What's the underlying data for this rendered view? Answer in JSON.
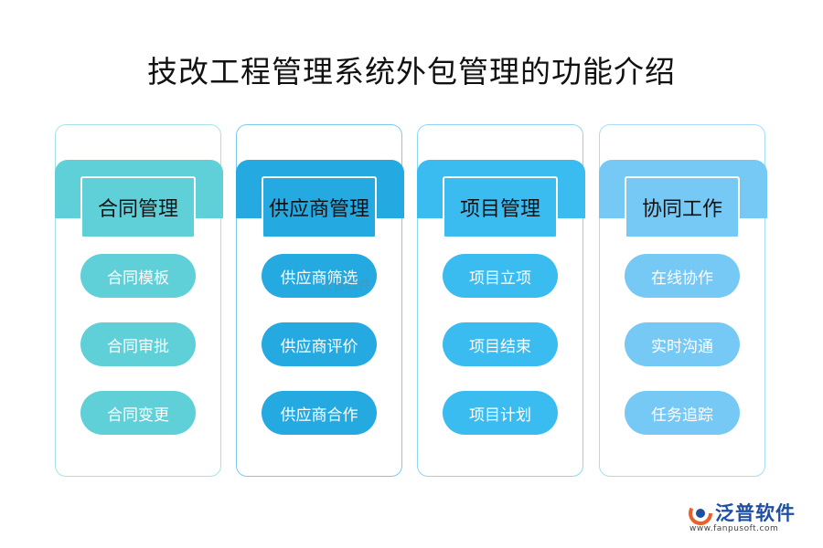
{
  "title": "技改工程管理系统外包管理的功能介绍",
  "columns": [
    {
      "header": "合同管理",
      "items": [
        "合同模板",
        "合同审批",
        "合同变更"
      ],
      "color": "#5fd0d8",
      "border": "#a6e3e8",
      "header_fill": "#5fd0d8"
    },
    {
      "header": "供应商管理",
      "items": [
        "供应商筛选",
        "供应商评价",
        "供应商合作"
      ],
      "color": "#25a9e1",
      "border": "#7ccaf0",
      "header_fill": "#25a9e1"
    },
    {
      "header": "项目管理",
      "items": [
        "项目立项",
        "项目结束",
        "项目计划"
      ],
      "color": "#3bbcf0",
      "border": "#8fd6f5",
      "header_fill": "#3bbcf0"
    },
    {
      "header": "协同工作",
      "items": [
        "在线协作",
        "实时沟通",
        "任务追踪"
      ],
      "color": "#77c9f5",
      "border": "#a9dcf8",
      "header_fill": "#77c9f5"
    }
  ],
  "watermark": "泛普软件",
  "logo": {
    "name": "泛普软件",
    "url": "www.fanpusoft.com"
  }
}
